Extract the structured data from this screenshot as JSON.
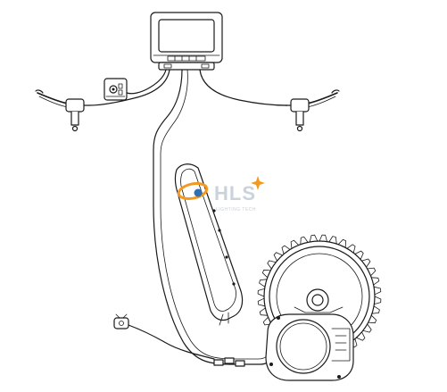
{
  "colors": {
    "line": "#1a1a1a",
    "background": "#ffffff",
    "watermark_orange": "#f39a1e",
    "watermark_blue": "#2f6fb5",
    "watermark_gray": "#b9c4cf"
  },
  "watermark": {
    "text": "HLS",
    "subtitle": "LIGHTING TECH"
  },
  "components": {
    "display": "display-unit",
    "left_brake_lever": "brake-lever-left",
    "right_brake_lever": "brake-lever-right",
    "remote_control": "handlebar-remote",
    "battery": "frame-battery",
    "chainring": "chainring",
    "motor": "mid-drive-motor",
    "speed_sensor": "speed-sensor",
    "cable_loom": "wiring-harness"
  }
}
